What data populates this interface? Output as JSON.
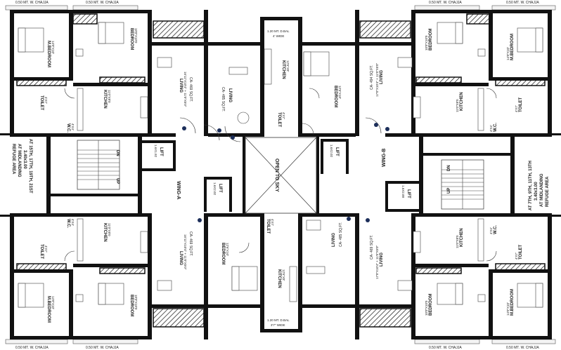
{
  "chhajja": "0.50 MT. W. CHAJJA",
  "balcony_label": "1.20 MT. D.BAL",
  "balcony_width_top": "4' WIDE",
  "balcony_width_bottom": "3'7\" WIDE",
  "open_to_sky": "OPEN TO SKY",
  "stairs_dn": "DN",
  "stairs_up": "UP",
  "wings": {
    "a": "WING-A",
    "b": "WING-B"
  },
  "lifts": {
    "upper_left": {
      "label": "LIFT",
      "dim": "1.6X1.92"
    },
    "center_left": {
      "label": "LIFT",
      "dim": "1.6X2.02"
    },
    "center_right": {
      "label": "LIFT",
      "dim": "1.6X2.02"
    },
    "lower_right": {
      "label": "LIFT",
      "dim": "1.6X2.00"
    }
  },
  "refuge_left": {
    "line1": "REFUGE AREA",
    "line2": "AT MIDLANDING",
    "line3": "3.40x3.00",
    "line4": "AT 15TH, 17TH, 19TH, 21ST"
  },
  "refuge_right": {
    "line1": "REFUGE AREA",
    "line2": "AT MIDLANDING",
    "line3": "3.40x3.00",
    "line4": "AT 7TH, 9TH, 11TH, 13TH"
  },
  "rooms": {
    "m_bedroom": "M.BEDROOM",
    "m_bedroom_dim": "14'0\"X10'",
    "bedroom": "BEDROOM",
    "bedroom_dim": "10'0\"X10'0",
    "bedroom_b": "BEDROOM",
    "bedroom_b_dim": "12'6\"X10'",
    "kitchen": "KITCHEN",
    "kitchen_dim": "11'0\"X8'0",
    "kitchen_b": "KITCHEN",
    "kitchen_b_dim": "12'6\"X8'",
    "living": "LIVING",
    "living_dim": "16'11\"X10'4\" + 11'0\"X5'0\"",
    "living_b": "LIVING",
    "living_b_dim": "17'0\"X10'4\" + 11'0\"X5'0\"",
    "toilet": "TOILET",
    "toilet_dim": "4'X7'",
    "wc": "W.C.",
    "wc_dim": "4'X4'",
    "ca": "CA- 485 SQ.FT.",
    "ca2": "CA- 469 SQ.FT.",
    "ca3": "CA- 494 SQ.FT."
  }
}
